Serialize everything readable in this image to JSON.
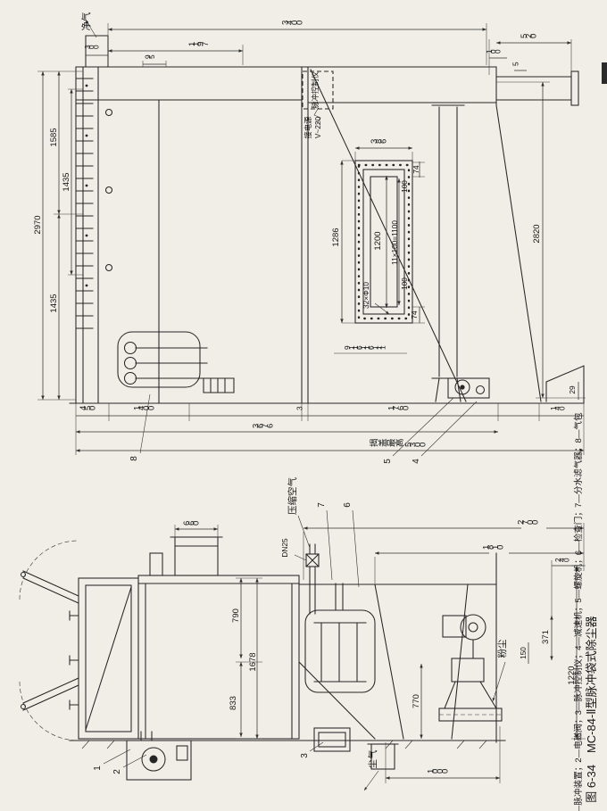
{
  "page": {
    "background": "#f0eee7",
    "ink": "#262626"
  },
  "caption": {
    "figure": "图 6-34　MC-84-Ⅱ型脉冲袋式除尘器",
    "parts": "1—脉冲装置；2—电磁阀；3—脉冲控制仪；4—减速机；5—螺旋机；6—检查门；7—分水滤气器；8—气包"
  },
  "viewA": {
    "labels": {
      "cleanAir": "净气",
      "controller": "脉冲控制仪",
      "power1": "接电源",
      "power2": "V~220",
      "liftNote": "揭盖最高5300"
    },
    "dims": {
      "d3400": "3400",
      "d1197": "1197",
      "d95": "95",
      "d300": "300",
      "d520": "520",
      "d100p": "100",
      "d5": "5",
      "d1585": "1585",
      "d1435a": "1435",
      "d2970": "2970",
      "d1435b": "1435",
      "d2820": "2820",
      "d386": "386",
      "d74a": "74",
      "d1286": "1286",
      "d1200": "1200",
      "d11x100": "11×100=1100",
      "d100a": "100",
      "d100b": "100",
      "d32f10": "32×Φ10",
      "d74b": "74",
      "chain": "9116116111",
      "d450": "450",
      "d1400": "1400",
      "d3": "3",
      "d1760": "1760",
      "d140": "140",
      "d29": "29",
      "d3676": "3676"
    },
    "leaders": {
      "n4": "4",
      "n5": "5",
      "n8": "8"
    }
  },
  "viewB": {
    "labels": {
      "compressedAir": "压缩空气",
      "dn25": "DN25",
      "dust": "粉尘",
      "dustyGas": "尘气"
    },
    "dims": {
      "d660": "660",
      "d790": "790",
      "d1678": "1678",
      "d833": "833",
      "d2700": "2700",
      "d1810": "1810",
      "d240": "240",
      "d371": "371",
      "d150": "150",
      "d1220": "1220",
      "d770": "770",
      "d1000": "1000"
    },
    "leaders": {
      "n1": "1",
      "n2": "2",
      "n3": "3",
      "n6": "6",
      "n7": "7"
    }
  }
}
